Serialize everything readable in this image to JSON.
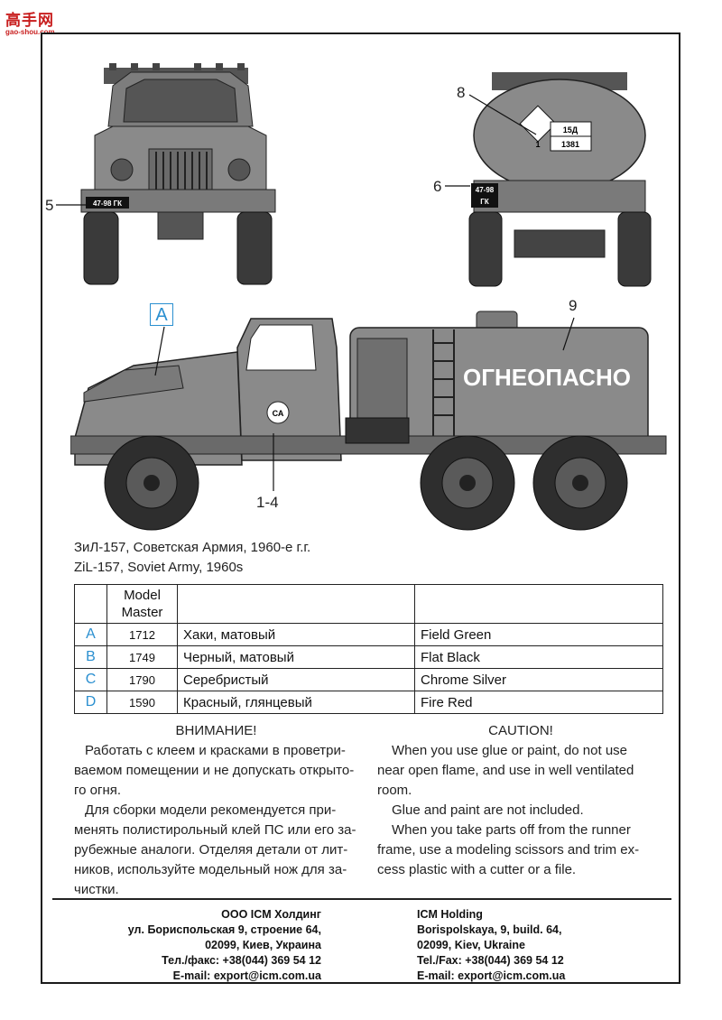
{
  "logo": {
    "name": "高手网",
    "url": "gao-shou.com"
  },
  "callouts": {
    "c5": "5",
    "c6": "6",
    "c8": "8",
    "c9": "9",
    "c14": "1-4",
    "cA": "A"
  },
  "decals": {
    "front_plate": "47-98 ГК",
    "rear_plate_top": "47-98",
    "rear_plate_bottom": "ГК",
    "hazard_top": "15Д",
    "hazard_bottom": "1381",
    "hazard_class": "1",
    "tank_text": "ОГНЕОПАСНО",
    "door_badge": "СА"
  },
  "caption": {
    "ru": "ЗиЛ-157, Советская Армия, 1960-е г.г.",
    "en": "ZiL-157, Soviet Army, 1960s"
  },
  "paint_table": {
    "header": {
      "col2_line1": "Model",
      "col2_line2": "Master"
    },
    "rows": [
      {
        "letter": "A",
        "code": "1712",
        "ru": "Хаки, матовый",
        "en": "Field Green"
      },
      {
        "letter": "B",
        "code": "1749",
        "ru": "Черный, матовый",
        "en": "Flat Black"
      },
      {
        "letter": "C",
        "code": "1790",
        "ru": "Серебристый",
        "en": "Chrome Silver"
      },
      {
        "letter": "D",
        "code": "1590",
        "ru": "Красный, глянцевый",
        "en": "Fire Red"
      }
    ]
  },
  "notes_ru": {
    "title": "ВНИМАНИЕ!",
    "p1": [
      "Работать с клеем и красками в проветри-",
      "ваемом помещении и не допускать открыто-",
      "го огня."
    ],
    "p2": [
      "Для сборки модели рекомендуется при-",
      "менять полистирольный клей ПС или его за-",
      "рубежные аналоги. Отделяя детали от лит-",
      "ников,  используйте модельный нож для за-",
      "чистки."
    ]
  },
  "notes_en": {
    "title": "CAUTION!",
    "p1": [
      "When you use glue or paint, do not use",
      "near open flame, and use in well ventilated",
      "room."
    ],
    "p2": [
      "Glue and paint are not included."
    ],
    "p3": [
      "When you take parts off from the runner",
      "frame, use a modeling scissors and trim ex-",
      "cess plastic with a cutter or a file."
    ]
  },
  "address_ru": [
    "ООО ICM Холдинг",
    "ул. Бориспольская 9, строение 64,",
    "02099, Киев, Украина",
    "Тел./факс: +38(044) 369 54 12",
    "E-mail: export@icm.com.ua"
  ],
  "address_en": [
    "ICM Holding",
    "Borispolskaya, 9, build. 64,",
    "02099, Kiev, Ukraine",
    "Tel./Fax: +38(044) 369 54 12",
    "E-mail: export@icm.com.ua"
  ],
  "colors": {
    "khaki": "#8a8a8a",
    "dark": "#3a3a3a",
    "accent_blue": "#2a8fd0",
    "logo_red": "#c81e1e"
  }
}
